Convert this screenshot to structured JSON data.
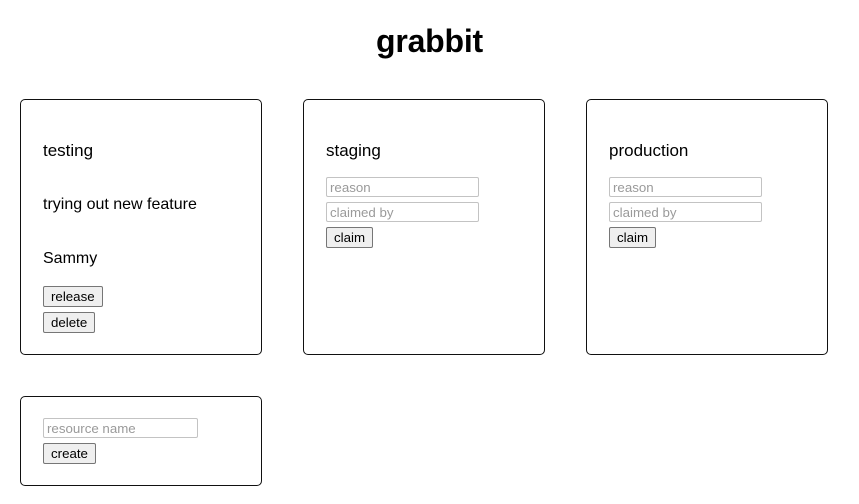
{
  "app": {
    "title": "grabbit"
  },
  "resources": [
    {
      "name": "testing",
      "claimed": true,
      "reason": "trying out new feature",
      "claimed_by": "Sammy",
      "release_label": "release",
      "delete_label": "delete"
    },
    {
      "name": "staging",
      "claimed": false,
      "reason_placeholder": "reason",
      "claimed_by_placeholder": "claimed by",
      "reason_value": "",
      "claimed_by_value": "",
      "claim_label": "claim"
    },
    {
      "name": "production",
      "claimed": false,
      "reason_placeholder": "reason",
      "claimed_by_placeholder": "claimed by",
      "reason_value": "",
      "claimed_by_value": "",
      "claim_label": "claim"
    }
  ],
  "create_card": {
    "resource_name_placeholder": "resource name",
    "resource_name_value": "",
    "create_label": "create"
  },
  "colors": {
    "page_background": "#ffffff",
    "text": "#000000",
    "card_border": "#111111",
    "input_border": "#c3c3c3",
    "placeholder_text": "#9a9a9a",
    "button_background": "#efefef",
    "button_border": "#767676"
  }
}
